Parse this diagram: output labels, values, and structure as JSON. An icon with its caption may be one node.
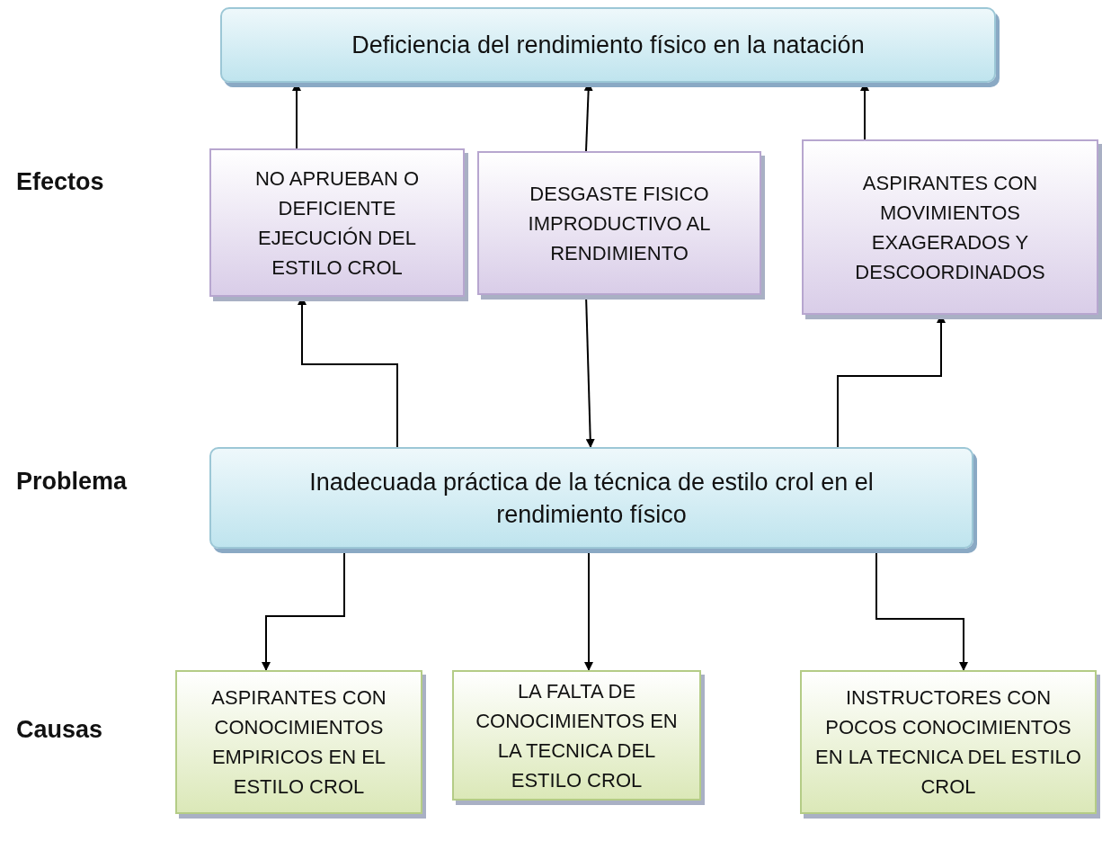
{
  "diagram": {
    "nodes": [
      {
        "text": [
          "Deficiencia del rendimiento físico en la natación"
        ]
      },
      {
        "text": [
          "NO APRUEBAN O DEFICIENTE EJECUCIÓN DEL ESTILO CROL"
        ]
      },
      {
        "text": [
          "DESGASTE FISICO IMPRODUCTIVO AL RENDIMIENTO"
        ]
      },
      {
        "text": [
          "ASPIRANTES CON MOVIMIENTOS EXAGERADOS Y DESCOORDINADOS"
        ]
      },
      {
        "text": [
          "Inadecuada práctica de la técnica de estilo crol en el rendimiento físico"
        ]
      },
      {
        "text": [
          "ASPIRANTES CON CONOCIMIENTOS EMPIRICOS EN EL ESTILO CROL"
        ]
      },
      {
        "text": [
          "LA FALTA DE CONOCIMIENTOS EN LA TECNICA DEL ESTILO CROL"
        ]
      },
      {
        "text": [
          "INSTRUCTORES CON POCOS CONOCIMIENTOS EN LA TECNICA DEL ESTILO CROL"
        ]
      }
    ],
    "edges": [
      {
        "from": 1,
        "to": 0,
        "arrow": "to"
      },
      {
        "from": 2,
        "to": 0,
        "arrow": "to"
      },
      {
        "from": 3,
        "to": 0,
        "arrow": "to"
      },
      {
        "from": 4,
        "to": 1,
        "arrow": "to"
      },
      {
        "from": 2,
        "to": 4,
        "arrow": "to"
      },
      {
        "from": 4,
        "to": 3,
        "arrow": "to"
      },
      {
        "from": 4,
        "to": 5,
        "arrow": "to"
      },
      {
        "from": 4,
        "to": 6,
        "arrow": "to"
      },
      {
        "from": 4,
        "to": 7,
        "arrow": "to"
      }
    ],
    "labels": [
      "Efectos",
      "Problema",
      "Causas"
    ]
  }
}
